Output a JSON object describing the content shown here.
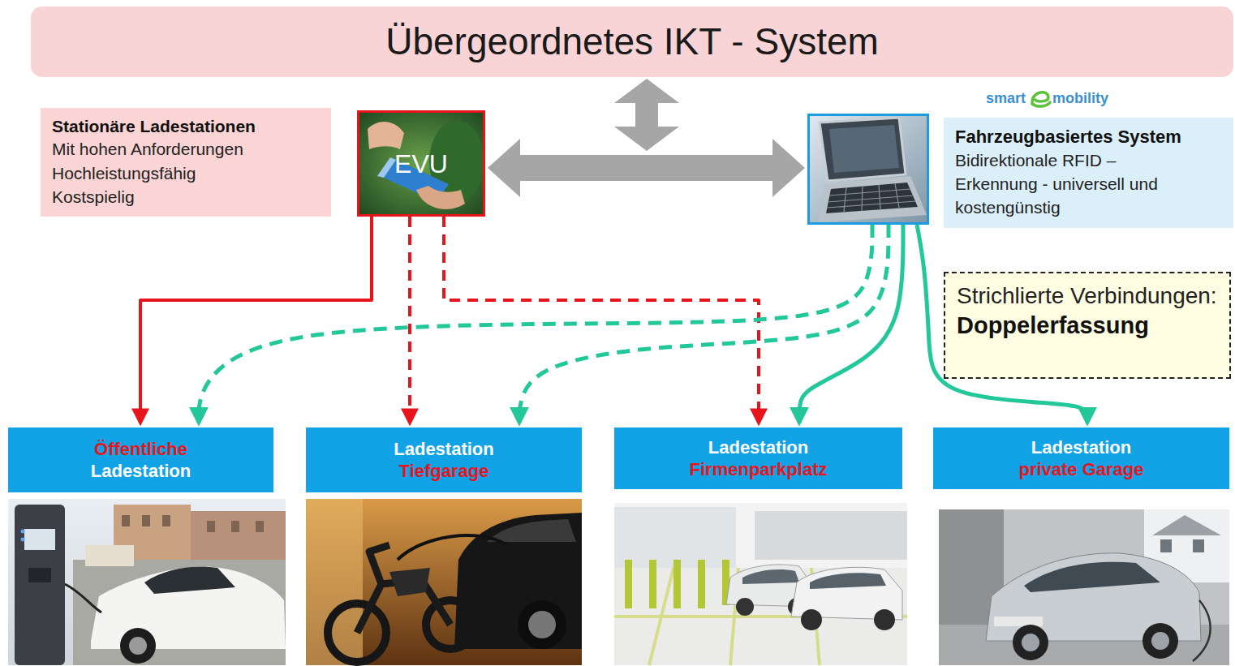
{
  "diagram": {
    "nodes": [
      {
        "text": [
          "Übergeordnetes IKT - System"
        ]
      },
      {
        "text": [
          "Stationäre Ladestationen",
          "Mit hohen Anforderungen Hochleistungsfähig Kostspielig"
        ]
      },
      {
        "text": [
          "EVU"
        ]
      },
      {
        "text": []
      },
      {
        "text": [
          "Fahrzeugbasiertes System",
          "Bidirektionale RFID – Erkennung - universell und kostengünstig"
        ]
      },
      {
        "text": [
          "Strichlierte Verbindungen:",
          "Doppelerfassung"
        ]
      },
      {
        "text": [
          "Öffentliche",
          "Ladestation"
        ]
      },
      {
        "text": [
          "Ladestation",
          "Tiefgarage"
        ]
      },
      {
        "text": [
          "Ladestation",
          "Firmenparkplatz"
        ]
      },
      {
        "text": [
          "Ladestation",
          "private Garage"
        ]
      }
    ],
    "edges": [
      {
        "from": 2,
        "to": 3,
        "arrow": "both"
      },
      {
        "from": 2,
        "to": 6,
        "arrow": "to"
      },
      {
        "from": 2,
        "to": 7,
        "arrow": "to"
      },
      {
        "from": 2,
        "to": 8,
        "arrow": "to"
      },
      {
        "from": 3,
        "to": 6,
        "arrow": "to"
      },
      {
        "from": 3,
        "to": 7,
        "arrow": "to"
      },
      {
        "from": 3,
        "to": 8,
        "arrow": "to"
      },
      {
        "from": 3,
        "to": 9,
        "arrow": "to"
      }
    ],
    "labels": [
      "smart",
      "mobility"
    ]
  }
}
